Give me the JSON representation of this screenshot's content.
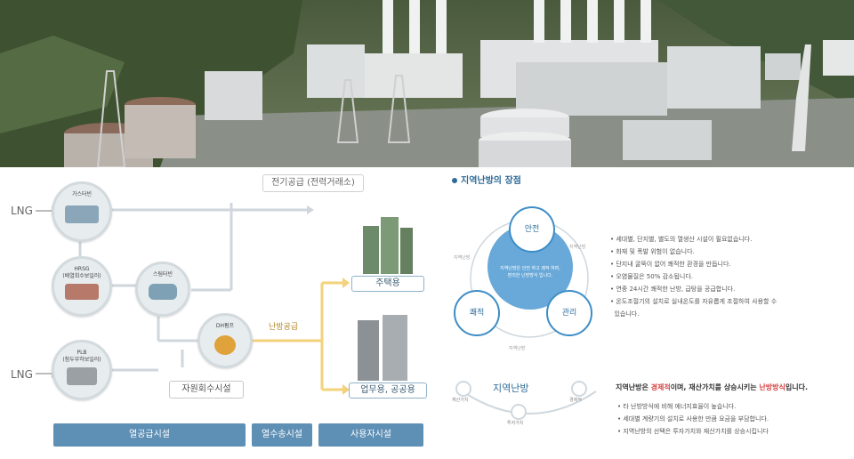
{
  "photo": {
    "alt": ""
  },
  "flow": {
    "lng_top": "LNG",
    "lng_bottom": "LNG",
    "gas_turbine": "가스터빈",
    "hrsg": "HRSG",
    "hrsg_sub": "(배열회수보일러)",
    "steam_turbine": "스팀터빈",
    "plb": "PLB",
    "plb_sub": "(첨두부하보일러)",
    "dh_pump": "DH펌프",
    "power_supply": "전기공급 (전력거래소)",
    "heat_supply": "난방공급",
    "resource_recovery": "자원회수시설",
    "residential": "주택용",
    "commercial": "업무용, 공공용",
    "bars": [
      "열공급시설",
      "열수송시설",
      "사용자시설"
    ]
  },
  "benefits": {
    "title": "지역난방의 장점",
    "circles": [
      "안전",
      "쾌적",
      "관리"
    ],
    "center_lines": [
      "지역난방은 안전 하고 쾌적 하며,",
      "편리한 난방방식 입니다."
    ],
    "arc_labels": [
      "지역난방",
      "지역난방",
      "지역난방"
    ],
    "bullets": [
      "세대별, 단지별, 별도의 열생산 시설이 필요없습니다.",
      "화재 및 폭발 위험이 없습니다.",
      "단지내 굴뚝이 없어 쾌적한 환경을 만듭니다.",
      "오염물질은 50% 감소됩니다.",
      "연중 24시간 쾌적한 난방, 급탕을 공급합니다.",
      "온도조절기의 설치로 실내온도를 자유롭게 조절하여 사용할 수",
      "있습니다."
    ]
  },
  "economy": {
    "center": "지역난방",
    "left": "재산가치",
    "bottom": "투자가치",
    "right": "경제적",
    "headline_pre": "지역난방은 ",
    "headline_red1": "경제적",
    "headline_mid": "이며, 재산가치를 상승시키는 ",
    "headline_red2": "난방방식",
    "headline_post": "입니다.",
    "bullets": [
      "타 난방방식에 비해 에너지효율이 높습니다.",
      "세대별 계량기의 설치로 사용한 만큼 요금을 부담합니다.",
      "지역난방의 선택은 투자가치와 재산가치를 상승시킵니다"
    ]
  }
}
